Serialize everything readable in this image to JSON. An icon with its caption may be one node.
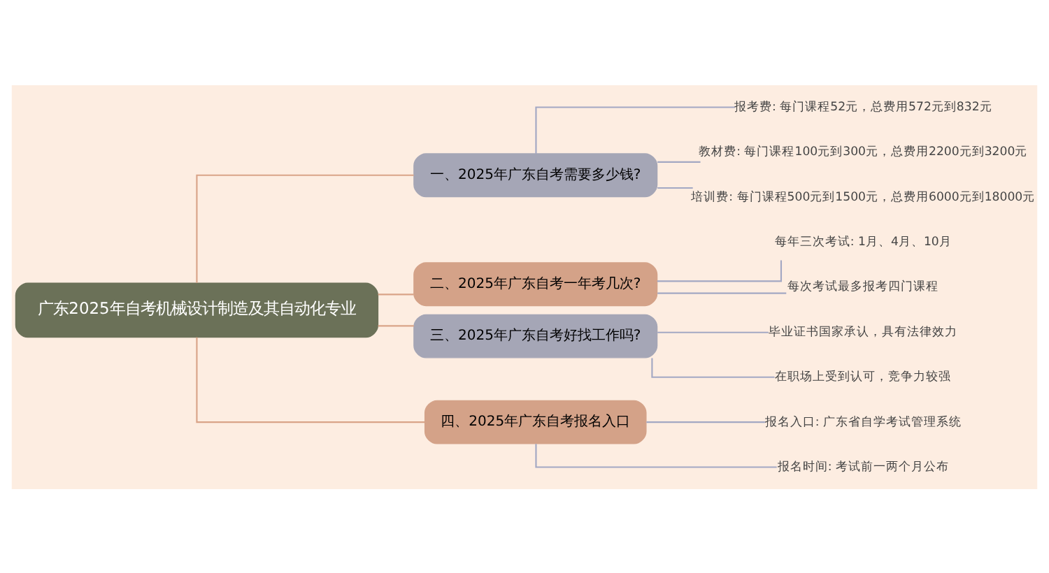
{
  "diagram": {
    "nodes": [
      {
        "text": [
          "广东2025年自考机械设计制造及其自动化专业"
        ]
      },
      {
        "text": [
          "一、2025年广东自考需要多少钱?"
        ]
      },
      {
        "text": [
          "报考费: 每门课程52元，总费用572元到832元"
        ]
      },
      {
        "text": [
          "教材费: 每门课程100元到300元，总费用2200元到3200元"
        ]
      },
      {
        "text": [
          "培训费: 每门课程500元到1500元，总费用6000元到18000元"
        ]
      },
      {
        "text": [
          "二、2025年广东自考一年考几次?"
        ]
      },
      {
        "text": [
          "每年三次考试: 1月、4月、10月"
        ]
      },
      {
        "text": [
          "每次考试最多报考四门课程"
        ]
      },
      {
        "text": [
          "三、2025年广东自考好找工作吗?"
        ]
      },
      {
        "text": [
          "毕业证书国家承认，具有法律效力"
        ]
      },
      {
        "text": [
          "在职场上受到认可，竞争力较强"
        ]
      },
      {
        "text": [
          "四、2025年广东自考报名入口"
        ]
      },
      {
        "text": [
          "报名入口: 广东省自学考试管理系统"
        ]
      },
      {
        "text": [
          "报名时间: 考试前一两个月公布"
        ]
      }
    ],
    "edges": [
      {
        "from": 0,
        "to": 1,
        "arrow": "none",
        "color": "#d9a488"
      },
      {
        "from": 1,
        "to": 2,
        "arrow": "none"
      },
      {
        "from": 1,
        "to": 3,
        "arrow": "none"
      },
      {
        "from": 1,
        "to": 4,
        "arrow": "none"
      },
      {
        "from": 0,
        "to": 5,
        "arrow": "none",
        "color": "#d9a488"
      },
      {
        "from": 5,
        "to": 6,
        "arrow": "none"
      },
      {
        "from": 5,
        "to": 7,
        "arrow": "none"
      },
      {
        "from": 0,
        "to": 8,
        "arrow": "none",
        "color": "#d9a488"
      },
      {
        "from": 8,
        "to": 9,
        "arrow": "none"
      },
      {
        "from": 8,
        "to": 10,
        "arrow": "none"
      },
      {
        "from": 0,
        "to": 11,
        "arrow": "none",
        "color": "#d9a488"
      },
      {
        "from": 11,
        "to": 12,
        "arrow": "none"
      },
      {
        "from": 11,
        "to": 13,
        "arrow": "none"
      }
    ]
  }
}
